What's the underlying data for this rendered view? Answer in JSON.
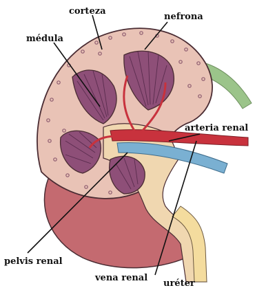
{
  "labels": {
    "corteza": "corteza",
    "nefrona": "nefrona",
    "medula": "médula",
    "arteria_renal": "arteria renal",
    "pelvis_renal": "pelvis renal",
    "vena_renal": "vena renal",
    "ureter": "uréter"
  },
  "colors": {
    "cortex": "#e9c3b6",
    "cortex_dots": "#8c5a6e",
    "medulla": "#8e4f78",
    "medulla_stripes": "#5a2c4e",
    "capsule_outline": "#4a2c33",
    "lower_kidney": "#c46a70",
    "pelvis_fill": "#f0d7b0",
    "ureter": "#f4dc9e",
    "artery": "#c8323d",
    "vein": "#7ab0d2",
    "nephron_tube": "#9bc48a"
  }
}
